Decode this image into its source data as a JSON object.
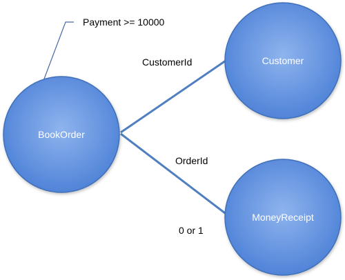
{
  "nodes": {
    "book_order": "BookOrder",
    "customer": "Customer",
    "money_receipt": "MoneyReceipt"
  },
  "edges": {
    "customer_label": "CustomerId",
    "order_label": "OrderId",
    "cardinality_label": "0 or 1"
  },
  "annotation": {
    "text": "Payment >= 10000"
  },
  "colors": {
    "node_fill_light": "#8fb4ee",
    "node_fill_dark": "#4a7fd6",
    "node_stroke": "#3f6fb8",
    "edge": "#4f7fc0",
    "callout_line": "#4a6aa0"
  }
}
